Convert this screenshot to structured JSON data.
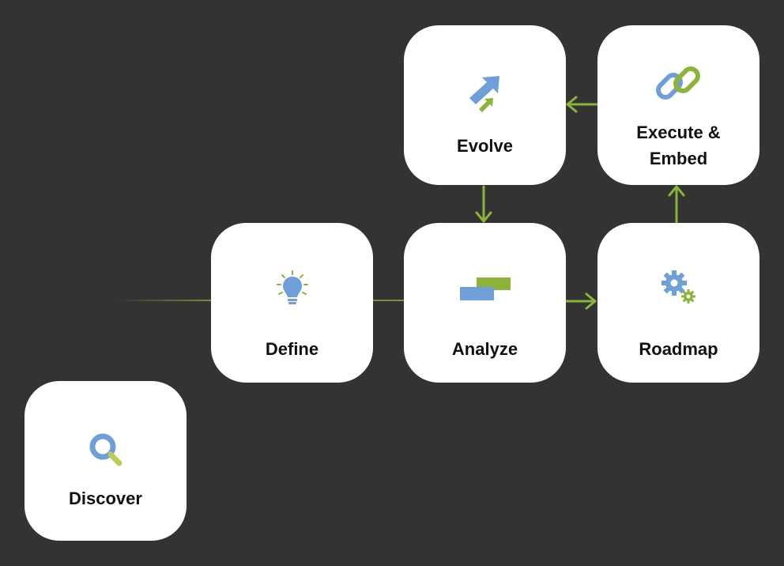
{
  "colors": {
    "background": "#333333",
    "card": "#ffffff",
    "connector": "#8db33a",
    "icon_blue": "#6f9fd6",
    "icon_green": "#8db33a",
    "label": "#111111"
  },
  "steps": {
    "discover": {
      "label": "Discover",
      "icon": "magnifier-icon"
    },
    "define": {
      "label": "Define",
      "icon": "lightbulb-icon"
    },
    "analyze": {
      "label": "Analyze",
      "icon": "bars-icon"
    },
    "roadmap": {
      "label": "Roadmap",
      "icon": "gears-icon"
    },
    "execute": {
      "label": "Execute &\nEmbed",
      "icon": "chain-link-icon"
    },
    "evolve": {
      "label": "Evolve",
      "icon": "growth-arrows-icon"
    }
  },
  "flow": [
    [
      "Define",
      "Analyze"
    ],
    [
      "Analyze",
      "Roadmap"
    ],
    [
      "Roadmap",
      "Execute & Embed"
    ],
    [
      "Execute & Embed",
      "Evolve"
    ],
    [
      "Evolve",
      "Analyze"
    ]
  ]
}
